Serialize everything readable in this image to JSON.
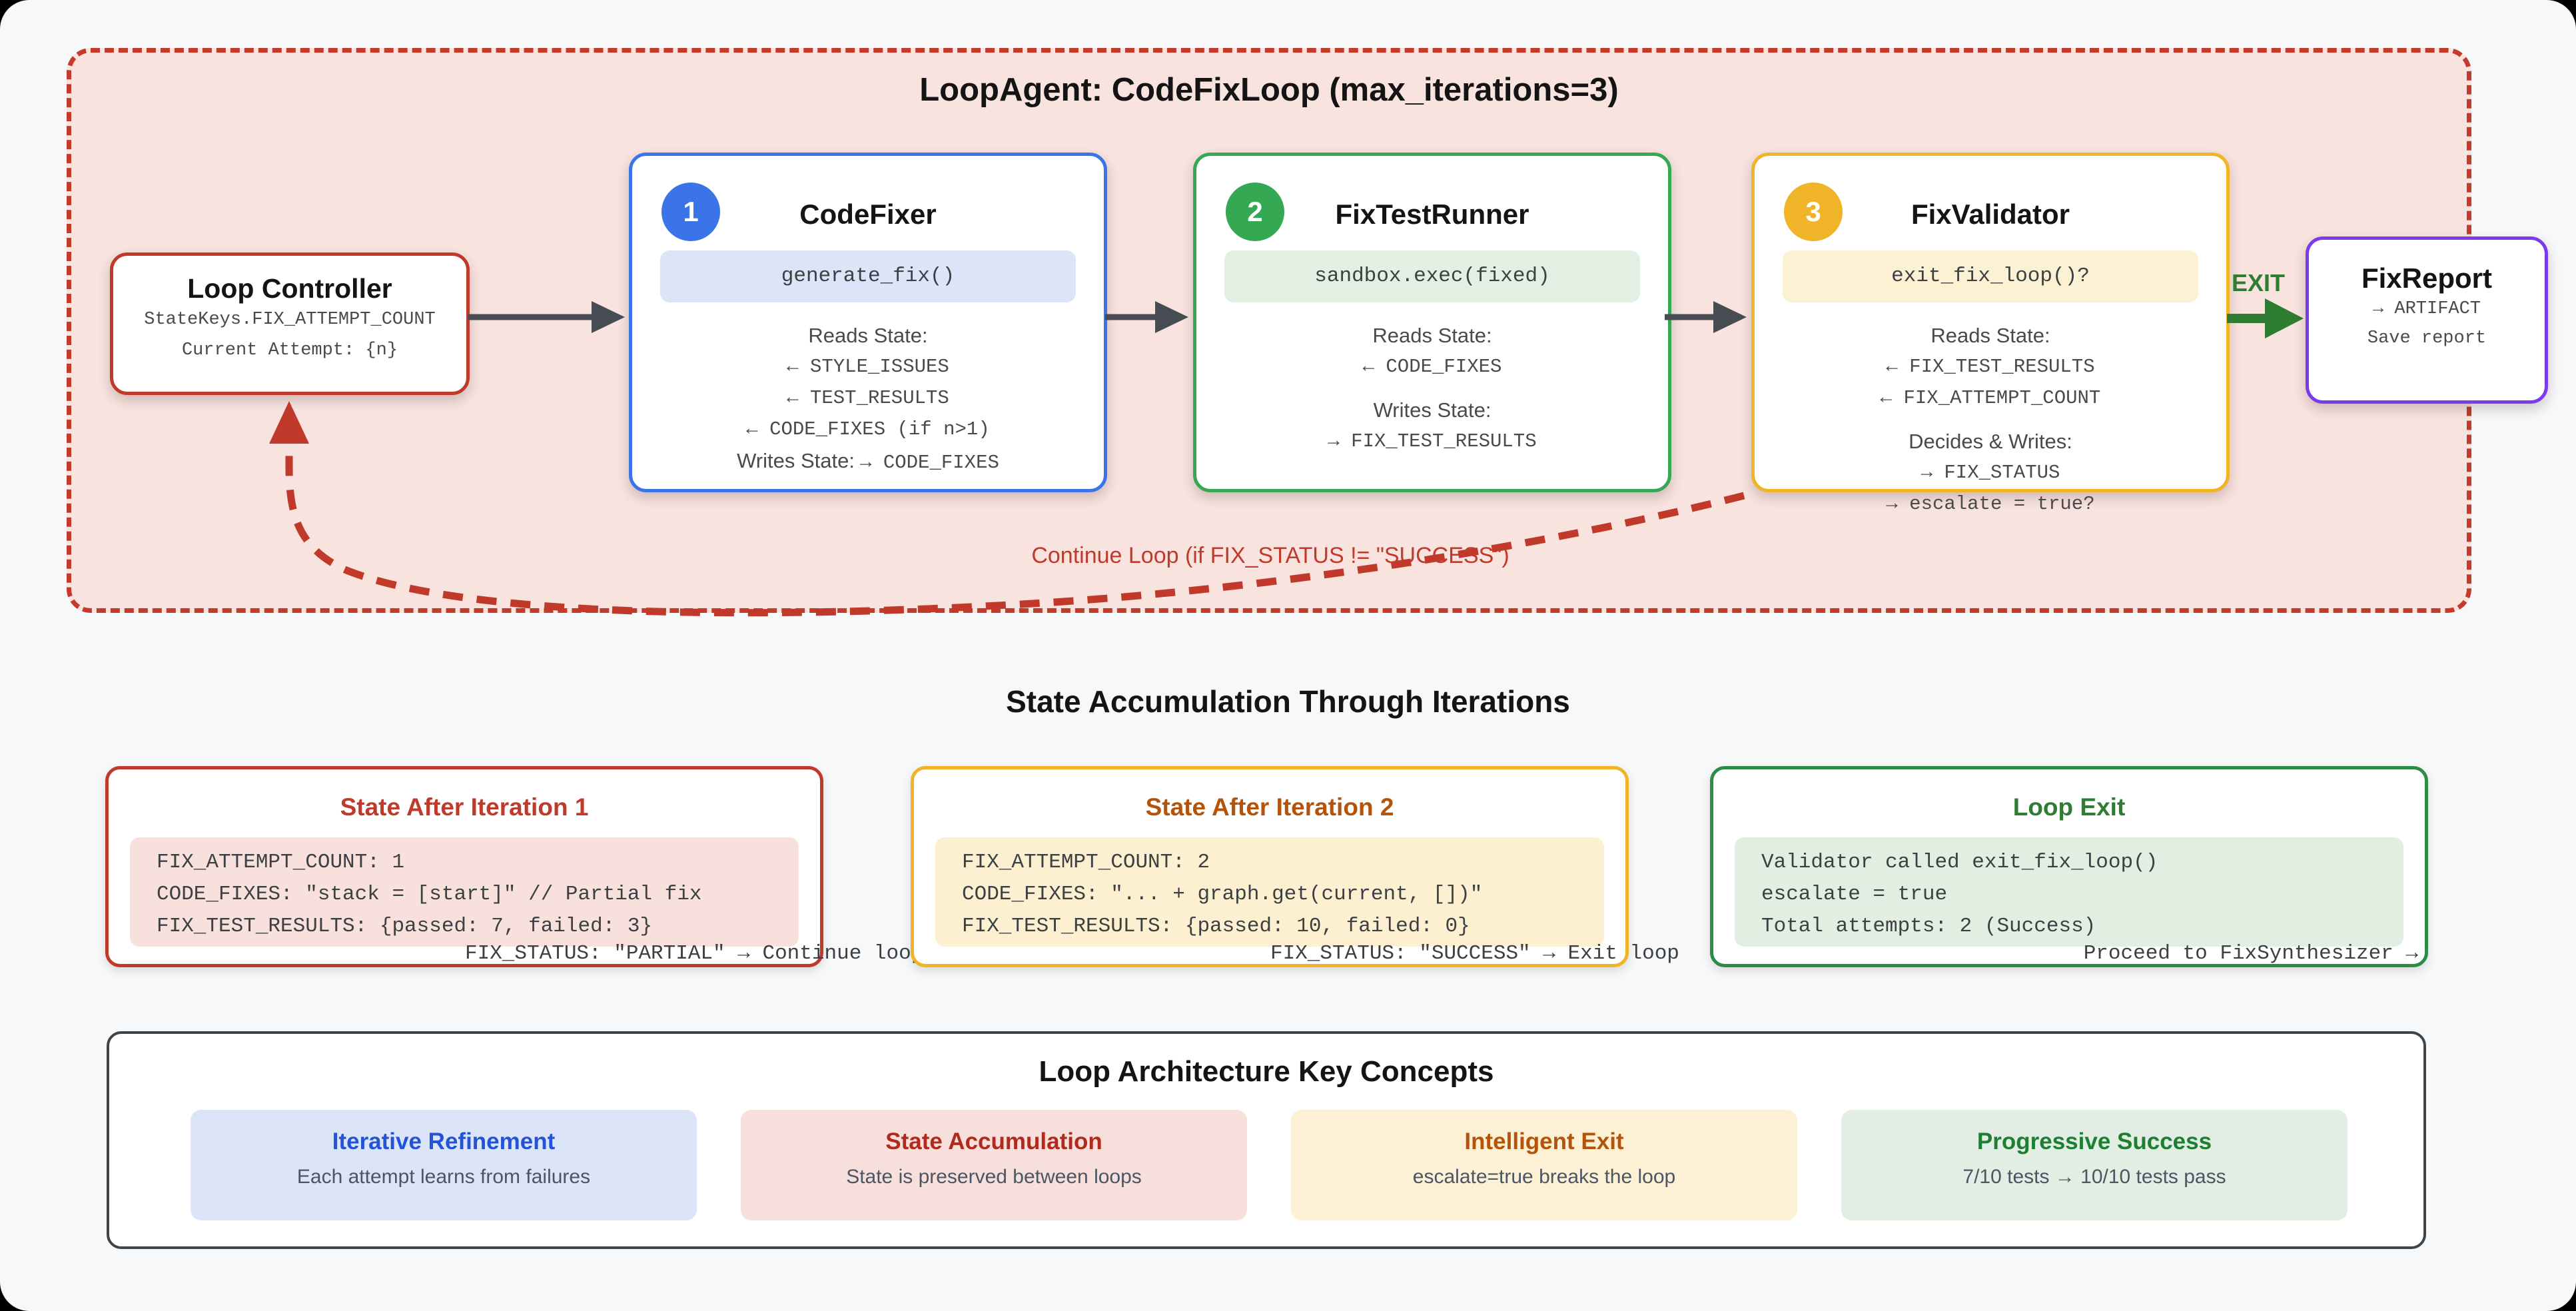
{
  "colors": {
    "canvas_bg": "#f7f8fa",
    "loop_bg": "#f8e3df",
    "loop_border": "#c43a2b",
    "blue_accent": "#3b74e8",
    "green_accent": "#34a853",
    "amber_accent": "#f0b429",
    "red_accent": "#c0392b",
    "purple_accent": "#7c3aed",
    "exit_green": "#2e7d32",
    "flow_arrow_gray": "#474c52"
  },
  "loop": {
    "title": "LoopAgent: CodeFixLoop (max_iterations=3)",
    "controller": {
      "title": "Loop Controller",
      "lines": [
        "StateKeys.FIX_ATTEMPT_COUNT",
        "Current Attempt: {n}"
      ]
    },
    "agents": [
      {
        "badge": "1",
        "name": "CodeFixer",
        "code": "generate_fix()",
        "reads_label": "Reads State:",
        "reads": [
          "← STYLE_ISSUES",
          "← TEST_RESULTS",
          "← CODE_FIXES (if n>1)"
        ],
        "writes_label": "Writes State:",
        "writes_inline": "→ CODE_FIXES"
      },
      {
        "badge": "2",
        "name": "FixTestRunner",
        "code": "sandbox.exec(fixed)",
        "reads_label": "Reads State:",
        "reads": [
          "← CODE_FIXES"
        ],
        "writes_label": "Writes State:",
        "writes": [
          "→ FIX_TEST_RESULTS"
        ]
      },
      {
        "badge": "3",
        "name": "FixValidator",
        "code": "exit_fix_loop()?",
        "reads_label": "Reads State:",
        "reads": [
          "← FIX_TEST_RESULTS",
          "← FIX_ATTEMPT_COUNT"
        ],
        "writes_label": "Decides & Writes:",
        "writes": [
          "→ FIX_STATUS",
          "→ escalate = true?"
        ]
      }
    ],
    "exit_label": "EXIT",
    "report": {
      "title": "FixReport",
      "lines": [
        "→ ARTIFACT",
        "Save report"
      ]
    },
    "continue_label": "Continue Loop (if FIX_STATUS != \"SUCCESS\")"
  },
  "states": {
    "heading": "State Accumulation Through Iterations",
    "cards": [
      {
        "title": "State After Iteration 1",
        "lines": [
          "FIX_ATTEMPT_COUNT: 1",
          "CODE_FIXES: \"stack = [start]\" // Partial fix",
          "FIX_TEST_RESULTS: {passed: 7, failed: 3}"
        ],
        "status": "FIX_STATUS: \"PARTIAL\" → Continue loop"
      },
      {
        "title": "State After Iteration 2",
        "lines": [
          "FIX_ATTEMPT_COUNT: 2",
          "CODE_FIXES: \"... + graph.get(current, [])\"",
          "FIX_TEST_RESULTS: {passed: 10, failed: 0}"
        ],
        "status": "FIX_STATUS: \"SUCCESS\" → Exit loop"
      },
      {
        "title": "Loop Exit",
        "lines": [
          "Validator called exit_fix_loop()",
          "escalate = true",
          "Total attempts: 2 (Success)"
        ],
        "status": "Proceed to FixSynthesizer →"
      }
    ]
  },
  "concepts": {
    "title": "Loop Architecture Key Concepts",
    "items": [
      {
        "title": "Iterative Refinement",
        "desc": "Each attempt learns from failures"
      },
      {
        "title": "State Accumulation",
        "desc": "State is preserved between loops"
      },
      {
        "title": "Intelligent Exit",
        "desc": "escalate=true breaks the loop"
      },
      {
        "title": "Progressive Success",
        "desc": "7/10 tests → 10/10 tests pass"
      }
    ]
  }
}
